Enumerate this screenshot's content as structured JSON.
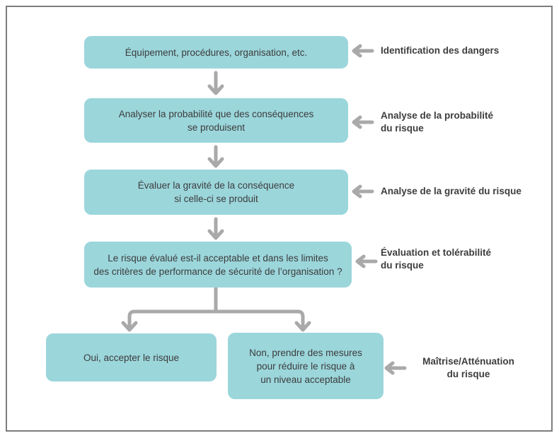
{
  "colors": {
    "box_fill": "#9bd6db",
    "arrow": "#a9a9a9",
    "box_text": "#3c3c3c",
    "label_text": "#3d3d3d",
    "frame_border": "#7d7d7d",
    "background": "#ffffff"
  },
  "flowchart": {
    "boxes": [
      {
        "id": "hazards",
        "lines": [
          "Équipement, procédures, organisation, etc."
        ]
      },
      {
        "id": "probability",
        "lines": [
          "Analyser la probabilité que des conséquences",
          "se produisent"
        ]
      },
      {
        "id": "severity",
        "lines": [
          "Évaluer la gravité de la conséquence",
          "si celle-ci se produit"
        ]
      },
      {
        "id": "acceptability",
        "lines": [
          "Le risque évalué est-il acceptable et dans les limites",
          "des critères de performance de sécurité de l’organisation ?"
        ]
      },
      {
        "id": "accept",
        "lines": [
          "Oui, accepter le risque"
        ]
      },
      {
        "id": "mitigate",
        "lines": [
          "Non, prendre des mesures",
          "pour réduire le risque à",
          "un niveau acceptable"
        ]
      }
    ],
    "side_labels": [
      {
        "id": "identification",
        "lines": [
          "Identification des dangers"
        ]
      },
      {
        "id": "probability-analysis",
        "lines": [
          "Analyse de la probabilité",
          "du risque"
        ]
      },
      {
        "id": "severity-analysis",
        "lines": [
          "Analyse de la gravité du risque"
        ]
      },
      {
        "id": "evaluation-tolerability",
        "lines": [
          "Évaluation et tolérabilité",
          "du risque"
        ]
      },
      {
        "id": "mitigation",
        "lines": [
          "Maîtrise/Atténuation",
          "du risque"
        ]
      }
    ]
  }
}
